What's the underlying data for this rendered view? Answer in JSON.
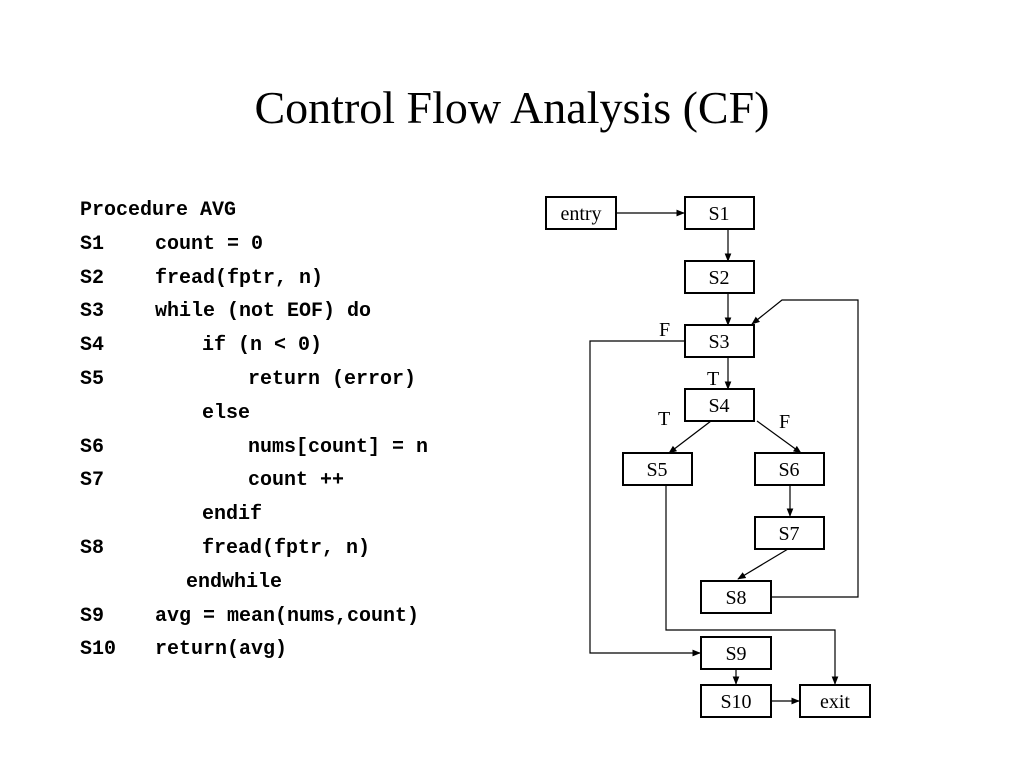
{
  "slide": {
    "title": "Control Flow Analysis (CF)"
  },
  "code": {
    "header": "Procedure AVG",
    "lines": [
      {
        "label": "S1",
        "text": "count = 0",
        "indent": 0
      },
      {
        "label": "S2",
        "text": "fread(fptr, n)",
        "indent": 0
      },
      {
        "label": "S3",
        "text": "while (not EOF) do",
        "indent": 0
      },
      {
        "label": "S4",
        "text": "if (n < 0)",
        "indent": 1
      },
      {
        "label": "S5",
        "text": "return (error)",
        "indent": 2
      },
      {
        "label": "",
        "text": "else",
        "indent": 1
      },
      {
        "label": "S6",
        "text": "nums[count] = n",
        "indent": 2
      },
      {
        "label": "S7",
        "text": "count ++",
        "indent": 2
      },
      {
        "label": "",
        "text": "endif",
        "indent": 1
      },
      {
        "label": "S8",
        "text": "fread(fptr, n)",
        "indent": 1
      },
      {
        "label": "",
        "text": "endwhile",
        "indent": -1
      },
      {
        "label": "S9",
        "text": "avg = mean(nums,count)",
        "indent": 0
      },
      {
        "label": "S10",
        "text": "return(avg)",
        "indent": 0
      }
    ]
  },
  "graph": {
    "nodes": {
      "entry": "entry",
      "S1": "S1",
      "S2": "S2",
      "S3": "S3",
      "S4": "S4",
      "S5": "S5",
      "S6": "S6",
      "S7": "S7",
      "S8": "S8",
      "S9": "S9",
      "S10": "S10",
      "exit": "exit"
    },
    "edge_labels": {
      "s3_false": "F",
      "s3_true": "T",
      "s4_true": "T",
      "s4_false": "F"
    }
  }
}
